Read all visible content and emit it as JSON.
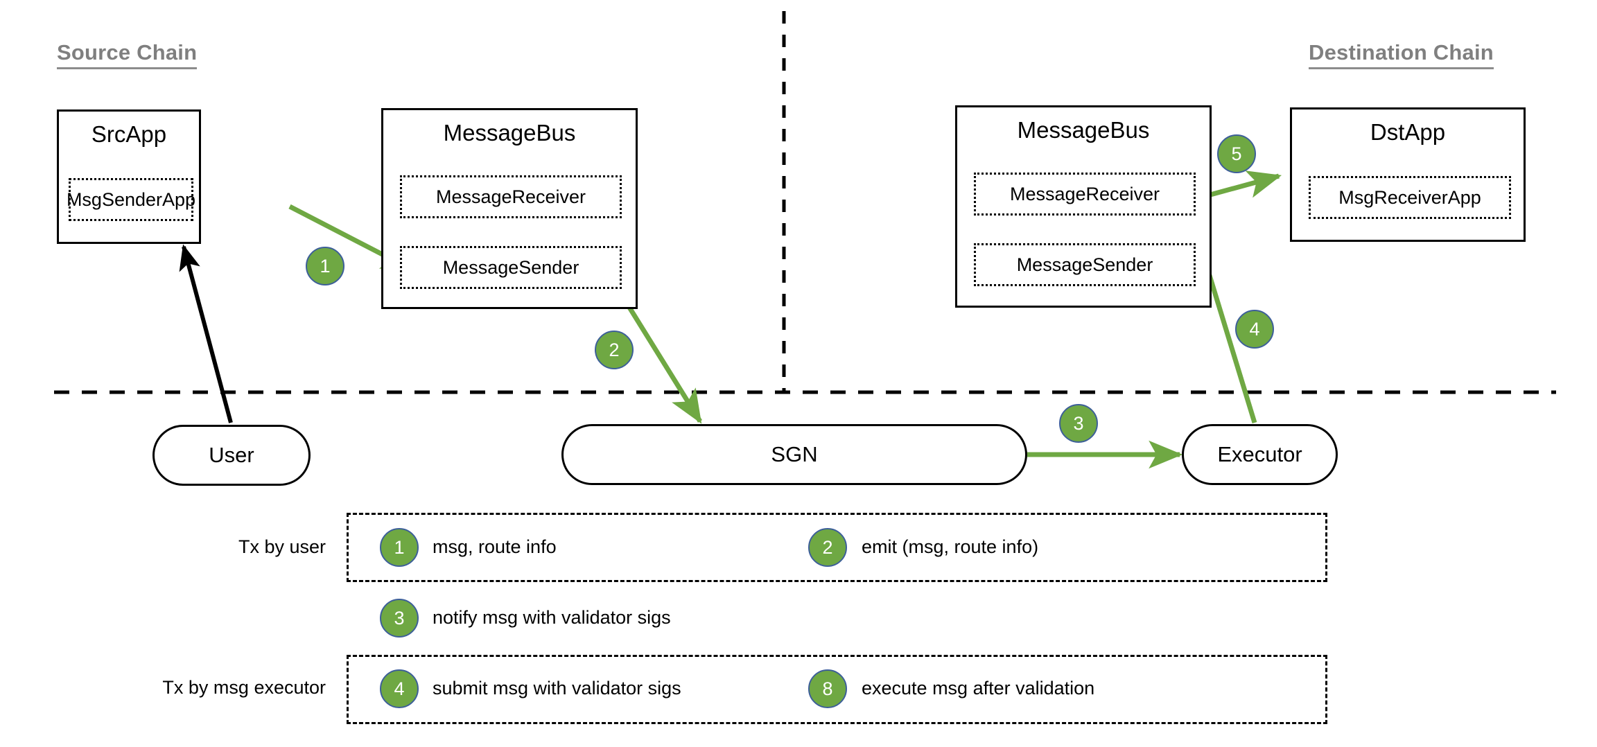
{
  "diagram": {
    "title_source": "Source Chain",
    "title_destination": "Destination Chain",
    "colors": {
      "badge_green": "#6fa843",
      "badge_border": "#3d5f99",
      "arrow_green": "#6fa843",
      "heading_gray": "#7f7f7f",
      "line_black": "#000000"
    },
    "source_chain": {
      "src_app": {
        "title": "SrcApp",
        "modules": [
          "MsgSenderApp"
        ]
      },
      "message_bus": {
        "title": "MessageBus",
        "modules": [
          "MessageReceiver",
          "MessageSender"
        ]
      }
    },
    "destination_chain": {
      "message_bus": {
        "title": "MessageBus",
        "modules": [
          "MessageReceiver",
          "MessageSender"
        ]
      },
      "dst_app": {
        "title": "DstApp",
        "modules": [
          "MsgReceiverApp"
        ]
      }
    },
    "offchain": {
      "user": "User",
      "sgn": "SGN",
      "executor": "Executor"
    },
    "flow_badges": [
      {
        "id": "1",
        "label": "1"
      },
      {
        "id": "2",
        "label": "2"
      },
      {
        "id": "3",
        "label": "3"
      },
      {
        "id": "4",
        "label": "4"
      },
      {
        "id": "5",
        "label": "5"
      }
    ]
  },
  "legend": {
    "row_user_label": "Tx by user",
    "row_executor_label": "Tx by msg executor",
    "items_user": [
      {
        "num": "1",
        "text": "msg, route info"
      },
      {
        "num": "2",
        "text": "emit (msg, route info)"
      }
    ],
    "items_standalone": [
      {
        "num": "3",
        "text": "notify msg with validator sigs"
      }
    ],
    "items_executor": [
      {
        "num": "4",
        "text": "submit msg with validator sigs"
      },
      {
        "num": "8",
        "text": "execute msg after validation"
      }
    ]
  }
}
